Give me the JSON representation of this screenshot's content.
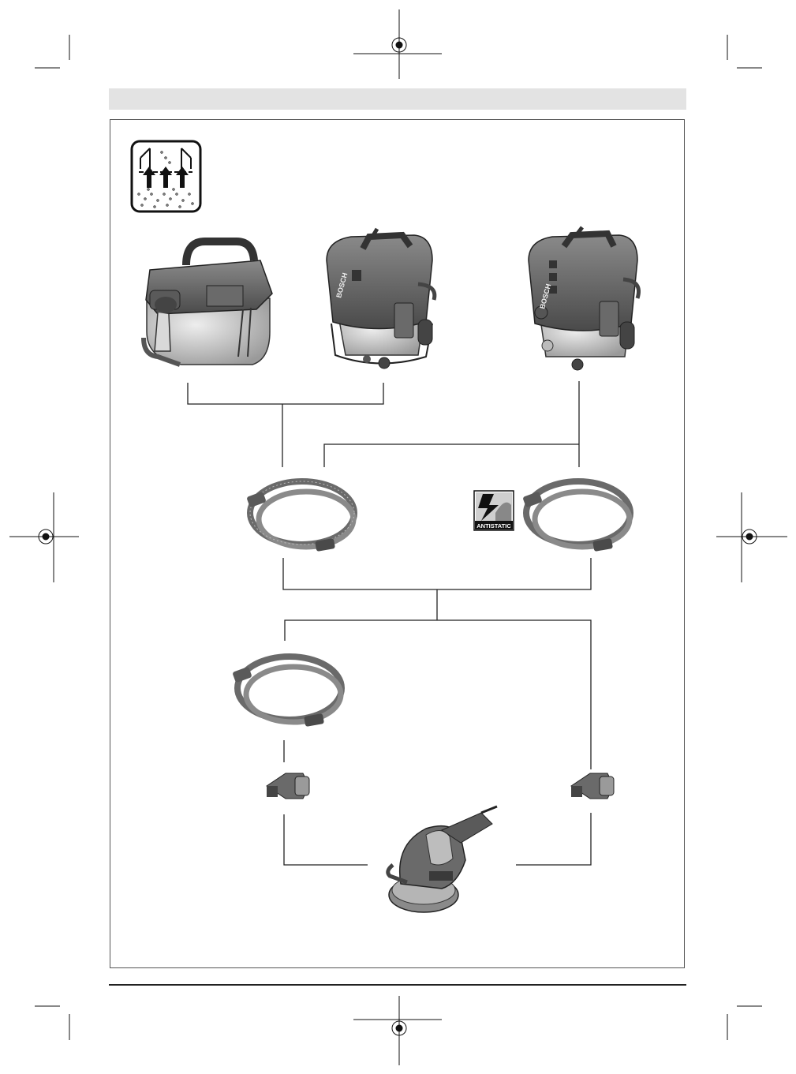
{
  "labels": {
    "antistatic_badge": "ANTISTATIC"
  },
  "icons": {
    "dust_extraction_symbol": "dust-extraction-icon",
    "antistatic_symbol": "antistatic-lightning-icon",
    "registration_marks": "crosshair-icon"
  },
  "products": {
    "vacuum_left": "compact-vacuum",
    "vacuum_center": "wet-dry-vacuum",
    "vacuum_right": "wet-dry-vacuum-with-socket",
    "hose_standard": "extraction-hose",
    "hose_antistatic": "antistatic-extraction-hose",
    "hose_tool": "extraction-hose",
    "adapter": "hose-adapter",
    "tool": "random-orbit-sander"
  },
  "colors": {
    "line": "#222222",
    "header_bar": "#e3e3e3",
    "vacuum_body": "#6f6f6f",
    "vacuum_tank": "#c8c8c8"
  }
}
